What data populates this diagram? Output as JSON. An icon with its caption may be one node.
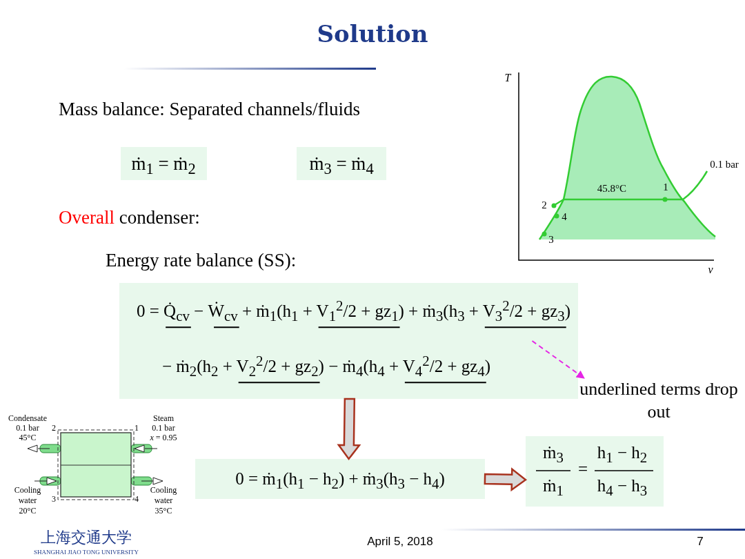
{
  "diagram": {
    "title": "Solution",
    "nodes": [
      {
        "text": [
          "ṁ$_{1}$ = ṁ$_{2}$"
        ]
      },
      {
        "text": [
          "ṁ$_{3}$ = ṁ$_{4}$"
        ]
      },
      {
        "text": [
          "0 = Q̇$_{cv}$ − Ẇ$_{cv}$ + ṁ$_{1}$(h$_{1}$ + V$_{1}$$^{2}$/2 + gz$_{1}$) + ṁ$_{3}$(h$_{3}$ + V$_{3}$$^{2}$/2 + gz$_{3}$)",
          "− ṁ$_{2}$(h$_{2}$ + V$_{2}$$^{2}$/2 + gz$_{2}$) − ṁ$_{4}$(h$_{4}$ + V$_{4}$$^{2}$/2 + gz$_{4}$)"
        ]
      },
      {
        "text": [
          "underlined terms drop out"
        ]
      },
      {
        "text": [
          "0 = ṁ$_{1}$(h$_{1}$ − h$_{2}$) + ṁ$_{3}$(h$_{3}$ − h$_{4}$)"
        ]
      },
      {
        "text": [
          "ṁ$_{3}$",
          "ṁ$_{1}$",
          "=",
          "h$_{1}$ − h$_{2}$",
          "h$_{4}$ − h$_{3}$"
        ]
      }
    ],
    "edges": [
      {
        "from": 2,
        "to": 4,
        "arrow": "to"
      },
      {
        "from": 4,
        "to": 5,
        "arrow": "to"
      },
      {
        "from": 2,
        "to": 3,
        "arrow": "to",
        "style": "dashed",
        "color": "#e526e5"
      }
    ],
    "labels": [
      "Mass balance: Separated channels/fluids",
      "Overall condenser:",
      "Energy rate balance (SS):",
      "T",
      "0.1 bar",
      "45.8°C",
      "1",
      "2",
      "4",
      "3",
      "v",
      "Condensate",
      "0.1 bar",
      "45°C",
      "2",
      "1",
      "Steam",
      "0.1 bar",
      "*x* = 0.95",
      "Cooling",
      "water",
      "20°C",
      "3",
      "4",
      "Cooling",
      "water",
      "35°C",
      "上海交通大学",
      "SHANGHAI JIAO TONG UNIVERSITY",
      "April 5, 2018",
      "7"
    ]
  }
}
